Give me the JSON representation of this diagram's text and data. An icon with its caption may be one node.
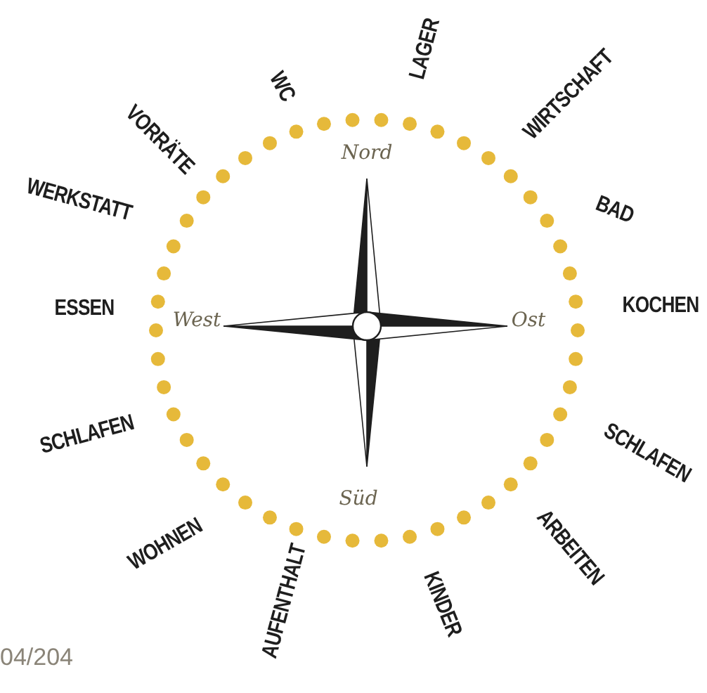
{
  "diagram": {
    "labels": [
      "LAGER",
      "WC",
      "VORRÄTE",
      "WIRTSCHAFT",
      "WERKSTATT",
      "BAD",
      "Nord",
      "ESSEN",
      "West",
      "Ost",
      "KOCHEN",
      "SCHLAFEN",
      "SCHLAFEN",
      "Süd",
      "ARBEITEN",
      "WOHNEN",
      "KINDER",
      "AUFENTHALT",
      "04/204"
    ]
  }
}
